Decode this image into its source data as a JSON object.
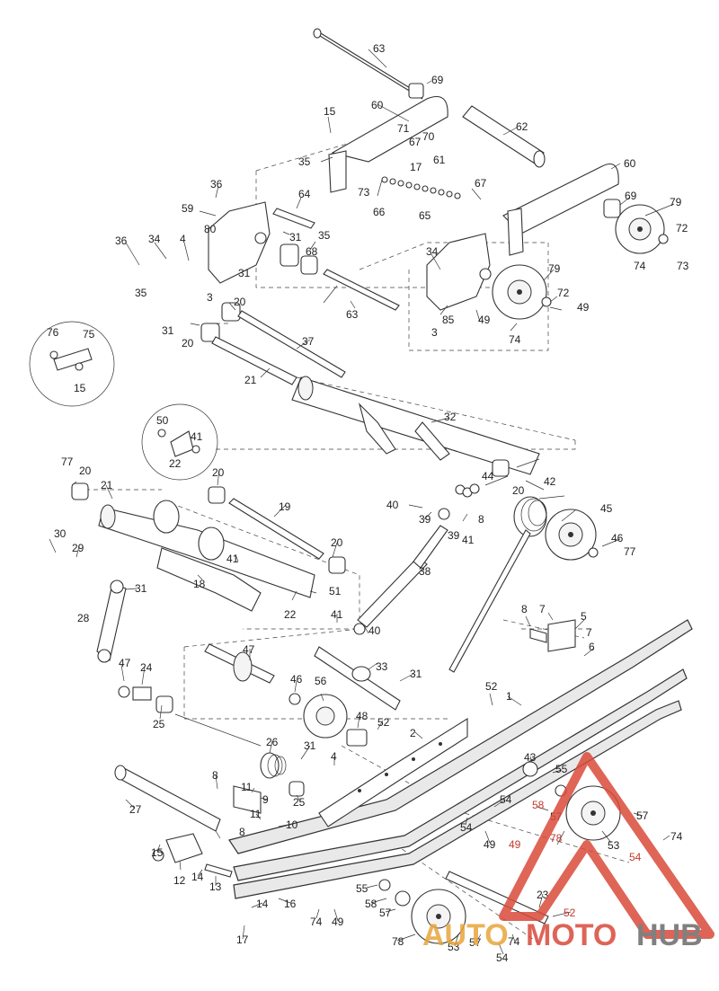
{
  "callouts": [
    {
      "id": "c63a",
      "text": "63"
    },
    {
      "id": "c69a",
      "text": "69"
    },
    {
      "id": "c60a",
      "text": "60"
    },
    {
      "id": "c15a",
      "text": "15"
    },
    {
      "id": "c71",
      "text": "71"
    },
    {
      "id": "c67a",
      "text": "67"
    },
    {
      "id": "c70",
      "text": "70"
    },
    {
      "id": "c61",
      "text": "61"
    },
    {
      "id": "c35a",
      "text": "35"
    },
    {
      "id": "c17a",
      "text": "17"
    },
    {
      "id": "c62",
      "text": "62"
    },
    {
      "id": "c60b",
      "text": "60"
    },
    {
      "id": "c36a",
      "text": "36"
    },
    {
      "id": "c64",
      "text": "64"
    },
    {
      "id": "c73a",
      "text": "73"
    },
    {
      "id": "c66",
      "text": "66"
    },
    {
      "id": "c67b",
      "text": "67"
    },
    {
      "id": "c65",
      "text": "65"
    },
    {
      "id": "c69b",
      "text": "69"
    },
    {
      "id": "c79a",
      "text": "79"
    },
    {
      "id": "c59",
      "text": "59"
    },
    {
      "id": "c80",
      "text": "80"
    },
    {
      "id": "c35b",
      "text": "35"
    },
    {
      "id": "c31a",
      "text": "31"
    },
    {
      "id": "c68",
      "text": "68"
    },
    {
      "id": "c72a",
      "text": "72"
    },
    {
      "id": "c36b",
      "text": "36"
    },
    {
      "id": "c34a",
      "text": "34"
    },
    {
      "id": "c4a",
      "text": "4"
    },
    {
      "id": "c34b",
      "text": "34"
    },
    {
      "id": "c74a",
      "text": "74"
    },
    {
      "id": "c73b",
      "text": "73"
    },
    {
      "id": "c35c",
      "text": "35"
    },
    {
      "id": "c31b",
      "text": "31"
    },
    {
      "id": "c79b",
      "text": "79"
    },
    {
      "id": "c72b",
      "text": "72"
    },
    {
      "id": "c3a",
      "text": "3"
    },
    {
      "id": "c20a",
      "text": "20"
    },
    {
      "id": "c63b",
      "text": "63"
    },
    {
      "id": "c85",
      "text": "85"
    },
    {
      "id": "c49a",
      "text": "49"
    },
    {
      "id": "c49b",
      "text": "49"
    },
    {
      "id": "c31c",
      "text": "31"
    },
    {
      "id": "c3b",
      "text": "3"
    },
    {
      "id": "c74b",
      "text": "74"
    },
    {
      "id": "c76",
      "text": "76"
    },
    {
      "id": "c75",
      "text": "75"
    },
    {
      "id": "c20b",
      "text": "20"
    },
    {
      "id": "c37",
      "text": "37"
    },
    {
      "id": "c15b",
      "text": "15"
    },
    {
      "id": "c21a",
      "text": "21"
    },
    {
      "id": "c32",
      "text": "32"
    },
    {
      "id": "c50",
      "text": "50"
    },
    {
      "id": "c41a",
      "text": "41"
    },
    {
      "id": "c22a",
      "text": "22"
    },
    {
      "id": "c77a",
      "text": "77"
    },
    {
      "id": "c20c",
      "text": "20"
    },
    {
      "id": "c20d",
      "text": "20"
    },
    {
      "id": "c44",
      "text": "44"
    },
    {
      "id": "c42",
      "text": "42"
    },
    {
      "id": "c21b",
      "text": "21"
    },
    {
      "id": "c20e",
      "text": "20"
    },
    {
      "id": "c19",
      "text": "19"
    },
    {
      "id": "c40a",
      "text": "40"
    },
    {
      "id": "c39a",
      "text": "39"
    },
    {
      "id": "c8a",
      "text": "8"
    },
    {
      "id": "c45",
      "text": "45"
    },
    {
      "id": "c30",
      "text": "30"
    },
    {
      "id": "c29",
      "text": "29"
    },
    {
      "id": "c20f",
      "text": "20"
    },
    {
      "id": "c39b",
      "text": "39"
    },
    {
      "id": "c41b",
      "text": "41"
    },
    {
      "id": "c46a",
      "text": "46"
    },
    {
      "id": "c77b",
      "text": "77"
    },
    {
      "id": "c41c",
      "text": "41"
    },
    {
      "id": "c31d",
      "text": "31"
    },
    {
      "id": "c18",
      "text": "18"
    },
    {
      "id": "c38",
      "text": "38"
    },
    {
      "id": "c22b",
      "text": "22"
    },
    {
      "id": "c51",
      "text": "51"
    },
    {
      "id": "c28",
      "text": "28"
    },
    {
      "id": "c41d",
      "text": "41"
    },
    {
      "id": "c40b",
      "text": "40"
    },
    {
      "id": "c8b",
      "text": "8"
    },
    {
      "id": "c7a",
      "text": "7"
    },
    {
      "id": "c5",
      "text": "5"
    },
    {
      "id": "c7b",
      "text": "7"
    },
    {
      "id": "c6",
      "text": "6"
    },
    {
      "id": "c47a",
      "text": "47"
    },
    {
      "id": "c33",
      "text": "33"
    },
    {
      "id": "c47b",
      "text": "47"
    },
    {
      "id": "c24",
      "text": "24"
    },
    {
      "id": "c31e",
      "text": "31"
    },
    {
      "id": "c46b",
      "text": "46"
    },
    {
      "id": "c56",
      "text": "56"
    },
    {
      "id": "c52a",
      "text": "52"
    },
    {
      "id": "c1",
      "text": "1"
    },
    {
      "id": "c25a",
      "text": "25"
    },
    {
      "id": "c48",
      "text": "48"
    },
    {
      "id": "c52b",
      "text": "52"
    },
    {
      "id": "c2",
      "text": "2"
    },
    {
      "id": "c26",
      "text": "26"
    },
    {
      "id": "c31f",
      "text": "31"
    },
    {
      "id": "c4b",
      "text": "4"
    },
    {
      "id": "c43",
      "text": "43"
    },
    {
      "id": "c55a",
      "text": "55"
    },
    {
      "id": "c8c",
      "text": "8"
    },
    {
      "id": "c11a",
      "text": "11"
    },
    {
      "id": "c9",
      "text": "9"
    },
    {
      "id": "c25b",
      "text": "25"
    },
    {
      "id": "c54a",
      "text": "54"
    },
    {
      "id": "c58a",
      "text": "58"
    },
    {
      "id": "c27",
      "text": "27"
    },
    {
      "id": "c11b",
      "text": "11"
    },
    {
      "id": "c8d",
      "text": "8"
    },
    {
      "id": "c10",
      "text": "10"
    },
    {
      "id": "c57a",
      "text": "57"
    },
    {
      "id": "c57b",
      "text": "57"
    },
    {
      "id": "c54b",
      "text": "54"
    },
    {
      "id": "c78a",
      "text": "78"
    },
    {
      "id": "c49c",
      "text": "49"
    },
    {
      "id": "c49d",
      "text": "49"
    },
    {
      "id": "c53a",
      "text": "53"
    },
    {
      "id": "c74c",
      "text": "74"
    },
    {
      "id": "c54c",
      "text": "54"
    },
    {
      "id": "c15c",
      "text": "15"
    },
    {
      "id": "c12",
      "text": "12"
    },
    {
      "id": "c14a",
      "text": "14"
    },
    {
      "id": "c13",
      "text": "13"
    },
    {
      "id": "c55b",
      "text": "55"
    },
    {
      "id": "c58b",
      "text": "58"
    },
    {
      "id": "c57c",
      "text": "57"
    },
    {
      "id": "c23",
      "text": "23"
    },
    {
      "id": "c52c",
      "text": "52"
    },
    {
      "id": "c14b",
      "text": "14"
    },
    {
      "id": "c16",
      "text": "16"
    },
    {
      "id": "c74d",
      "text": "74"
    },
    {
      "id": "c49e",
      "text": "49"
    },
    {
      "id": "c78b",
      "text": "78"
    },
    {
      "id": "c53b",
      "text": "53"
    },
    {
      "id": "c57d",
      "text": "57"
    },
    {
      "id": "c74e",
      "text": "74"
    },
    {
      "id": "c54d",
      "text": "54"
    },
    {
      "id": "c17b",
      "text": "17"
    }
  ],
  "watermark": {
    "brand_auto": "AUTO",
    "brand_moto": "MOTO",
    "brand_hub": "HUB",
    "colors": {
      "auto": "#e8a53a",
      "moto": "#d94a3a",
      "hub": "#6b6b6b",
      "triangle": "#d94a3a"
    }
  }
}
